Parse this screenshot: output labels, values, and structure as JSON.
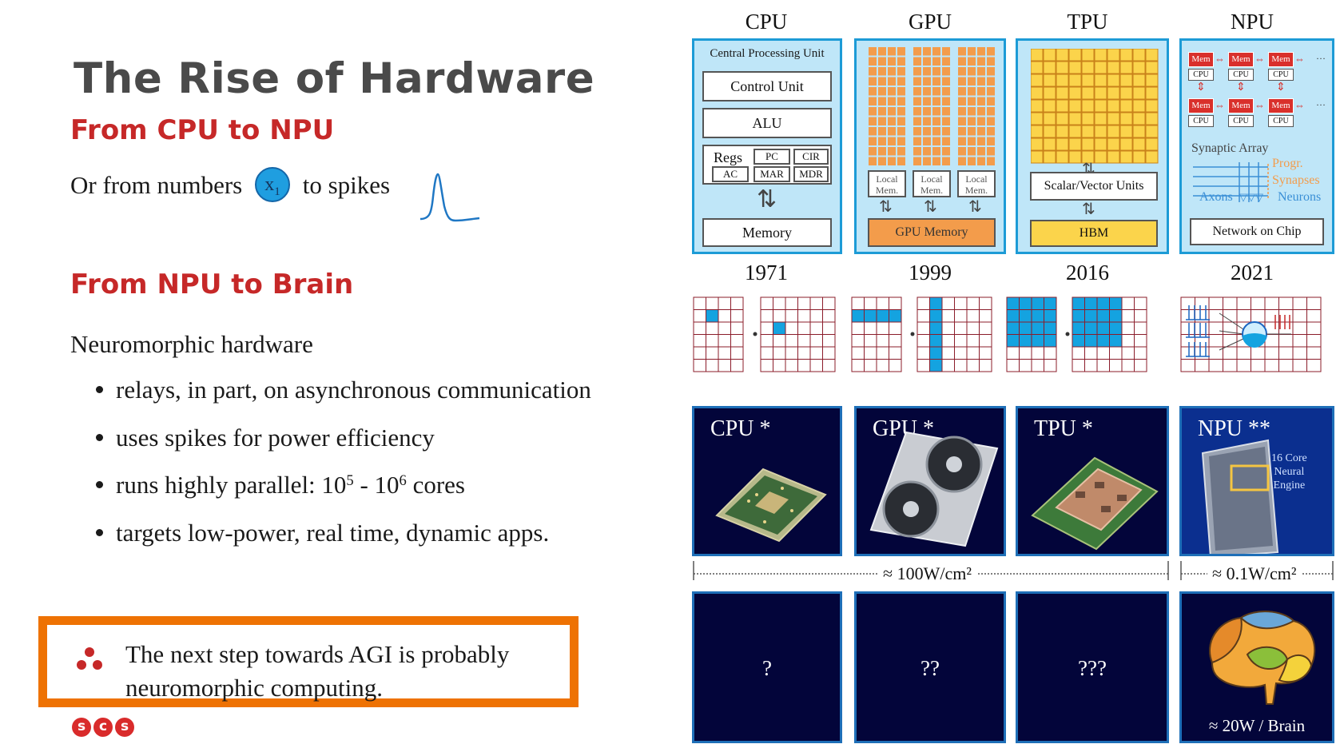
{
  "slide": {
    "title": "The Rise of Hardware",
    "sub1": "From CPU to NPU",
    "numbers_text_a": "Or from numbers",
    "x1_sym": "x",
    "x1_sub": "1",
    "numbers_text_b": "to spikes",
    "sub2": "From NPU to Brain",
    "intro": "Neuromorphic hardware",
    "bullets": {
      "b1": "relays, in part, on asynchronous communication",
      "b2": "uses spikes for power efficiency",
      "b3_a": "runs highly parallel: 10",
      "b3_exp1": "5",
      "b3_b": " - 10",
      "b3_exp2": "6",
      "b3_c": " cores",
      "b4": "targets low-power, real time, dynamic apps."
    },
    "callout_line1": "The next step towards AGI is probably",
    "callout_line2": "neuromorphic computing.",
    "logo_letters": "scs"
  },
  "figure": {
    "headers": [
      "CPU",
      "GPU",
      "TPU",
      "NPU"
    ],
    "years": [
      "1971",
      "1999",
      "2016",
      "2021"
    ],
    "cpu": {
      "title": "Central Processing Unit",
      "control": "Control Unit",
      "alu": "ALU",
      "regs": "Regs",
      "pc": "PC",
      "cir": "CIR",
      "ac": "AC",
      "mar": "MAR",
      "mdr": "MDR",
      "memory": "Memory"
    },
    "gpu": {
      "local_1": "Local",
      "local_2": "Mem.",
      "memory": "GPU Memory"
    },
    "tpu": {
      "units": "Scalar/Vector Units",
      "hbm": "HBM"
    },
    "npu": {
      "mem": "Mem",
      "cpu": "CPU",
      "ellipsis": "···",
      "synaptic": "Synaptic Array",
      "progr": "Progr.",
      "synapses": "Synapses",
      "axons": "Axons",
      "neurons": "Neurons",
      "noc": "Network on Chip"
    },
    "photos": {
      "cpu": "CPU *",
      "gpu": "GPU *",
      "tpu": "TPU *",
      "npu": "NPU **",
      "npu_engine_1": "16 Core",
      "npu_engine_2": "Neural",
      "npu_engine_3": "Engine"
    },
    "power_chip": "≈ 100W/cm²",
    "power_npu": "≈ 0.1W/cm²",
    "future": [
      "?",
      "??",
      "???"
    ],
    "brain": "≈ 20W / Brain"
  },
  "colors": {
    "accent_red": "#c62828",
    "callout_orange": "#ee7203",
    "arch_blue": "#1d9bd6",
    "arch_fill": "#bfe6f8",
    "gpu_orange": "#f39c4b",
    "tpu_yellow": "#fbd44b",
    "npu_red": "#d9302b",
    "photo_bg": "#03053a"
  }
}
